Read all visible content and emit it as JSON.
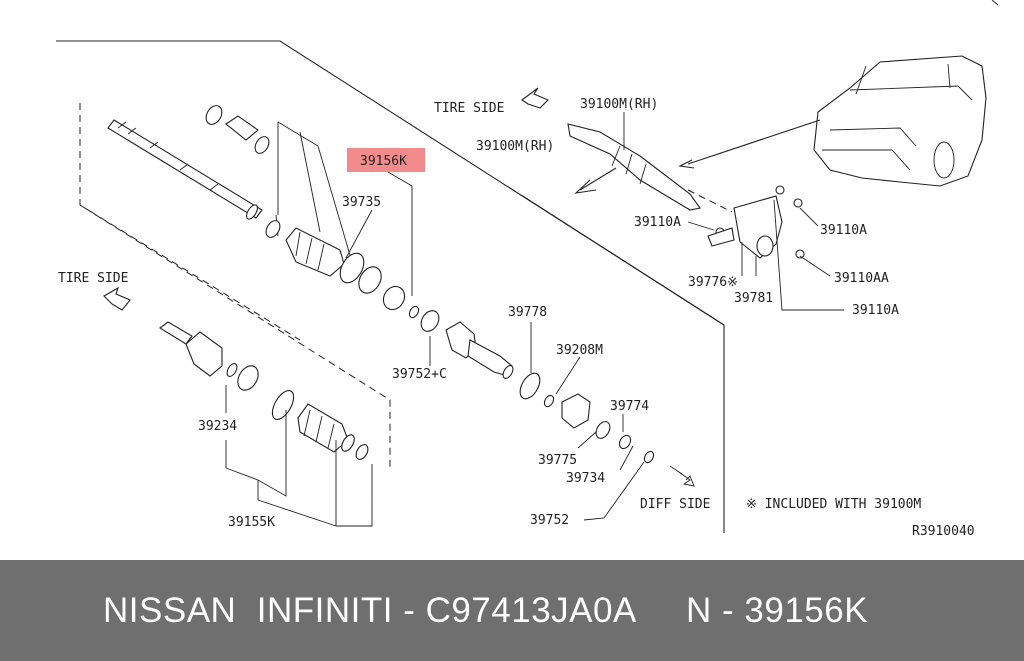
{
  "labels": {
    "tire_side_top": "TIRE SIDE",
    "tire_side_left": "TIRE SIDE",
    "diff_side": "DIFF SIDE",
    "rh_shaft_label": "39100M(RH)",
    "rh_shaft_center": "39100M(RH)",
    "highlight_part": "39156K",
    "p39735": "39735",
    "p39752c": "39752+C",
    "p39778": "39778",
    "p39208m": "39208M",
    "p39774": "39774",
    "p39775": "39775",
    "p39734": "39734",
    "p39752": "39752",
    "p39234": "39234",
    "p39155k": "39155K",
    "p39110a_1": "39110A",
    "p39110a_2": "39110A",
    "p39110a_3": "39110A",
    "p39110aa": "39110AA",
    "p39776": "39776※",
    "p39781": "39781",
    "note": "※ INCLUDED WITH 39100M",
    "ref_code": "R3910040"
  },
  "colors": {
    "highlight": "#f28b8b",
    "footer": "#6f6f6f"
  },
  "footer": {
    "text": "NISSAN  INFINITI - C97413JA0A     N - 39156K"
  }
}
